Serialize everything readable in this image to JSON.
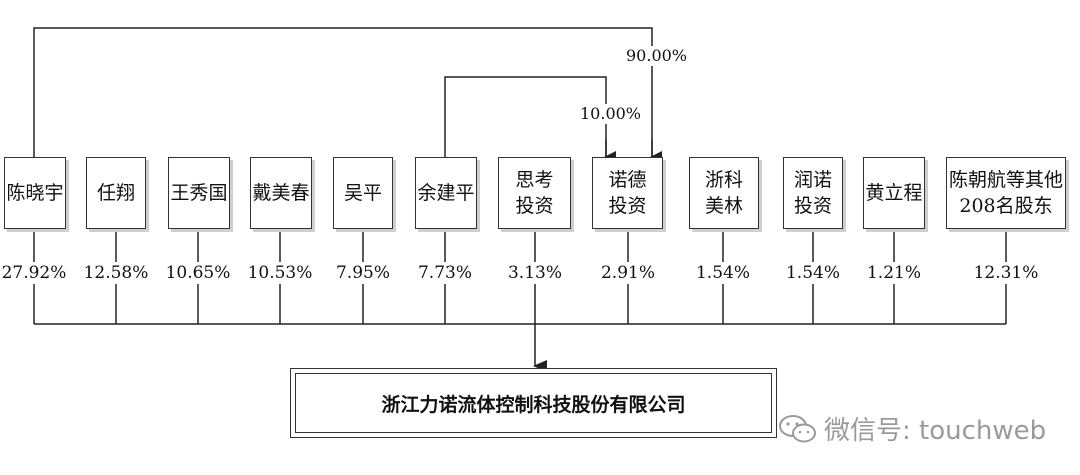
{
  "shareholders": [
    {
      "name": "陈晓宇",
      "percent": "27.92%"
    },
    {
      "name": "任翔",
      "percent": "12.58%"
    },
    {
      "name": "王秀国",
      "percent": "10.65%"
    },
    {
      "name": "戴美春",
      "percent": "10.53%"
    },
    {
      "name": "吴平",
      "percent": "7.95%"
    },
    {
      "name": "余建平",
      "percent": "7.73%"
    },
    {
      "name": "思考\n投资",
      "percent": "3.13%"
    },
    {
      "name": "诺德\n投资",
      "percent": "2.91%"
    },
    {
      "name": "浙科\n美林",
      "percent": "1.54%"
    },
    {
      "name": "润诺\n投资",
      "percent": "1.54%"
    },
    {
      "name": "黄立程",
      "percent": "1.21%"
    },
    {
      "name": "陈朝航等其他\n208名股东",
      "percent": "12.31%"
    }
  ],
  "links": [
    {
      "label": "90.00%"
    },
    {
      "label": "10.00%"
    }
  ],
  "company": {
    "name": "浙江力诺流体控制科技股份有限公司"
  },
  "watermark": {
    "text": "微信号: touchweb"
  }
}
